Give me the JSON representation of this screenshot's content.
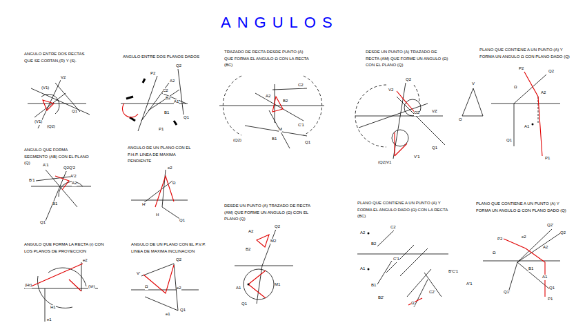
{
  "diagram": {
    "title": "ANGULOS",
    "labels": [
      "ANGULO ENTRE DOS RECTAS QUE SE CORTAN,(R) Y (S).",
      "ANGULO ENTRE DOS PLANOS DADOS",
      "TRAZADO DE RECTA DESDE PUNTO (A) QUE FORMA EL ANGULO Ω CON LA RECTA (BC)",
      "DESDE UN PUNTO (A) TRAZADO DE RECTA (AM) QUE FORME UN ANGULO (Ω) CON EL PLANO (Q)",
      "PLANO QUE CONTIENE A UN PUNTO (A) Y FORMA UN ANGULO Ω CON PLANO DADO (Q)",
      "ANGULO QUE FORMA SEGMENTO (AB) CON EL PLANO (Q)",
      "ANGULO DE UN PLANO CON EL P.H.P. LINEA DE MAXIMA PENDIENTE",
      "DESDE UN PUNTO (A) TRAZADO DE RECTA (AM) QUE FORME UN ANGULO (Ω) CON EL PLANO (Q)",
      "PLANO QUE CONTIENE A UN PUNTO (A) Y FORMA EL ANGULO DADO (Ω) CON LA RECTA (BC)",
      "PLANO QUE CONTIENE A UN PUNTO (A) Y FORMA UN ANGULO Ω CON PLANO DADO (Q)",
      "ANGULO QUE FORMA LA RECTA (r) CON LOS PLANOS DE PROYECCION",
      "ANGULO DE UN PLANO CON EL P.V.P. LINEA DE MAXIMA INCLINACION",
      "V2",
      "(V1)",
      "Q1",
      "(V1)",
      "(Q2)",
      "P2",
      "Q2",
      "A2",
      "C2",
      "B2",
      "A1",
      "Q1",
      "P1",
      "B1",
      "C2",
      "B2",
      "A2",
      "C'1",
      "M",
      "B1",
      "Q1",
      "(Q2)",
      "Q2",
      "V2",
      "O2",
      "VZ",
      "Q1",
      "V",
      "O",
      "V1",
      "V'1",
      "(Q2)",
      "P2",
      "Q2",
      "Ω",
      "A2",
      "A1",
      "Q1",
      "P1",
      "A'1",
      "Q2Q'2",
      "B'1",
      "A'2",
      "A2",
      "B1",
      "Q1",
      "e2",
      "H'",
      "H",
      "Q1",
      "Ω",
      "A2",
      "Q2",
      "M2",
      "B2",
      "A1",
      "M1",
      "Q1",
      "A2",
      "C2",
      "B2",
      "A1",
      "C'1",
      "B1",
      "B2'",
      "Ω",
      "C2'",
      "B'C'1",
      "A'1",
      "Q2'",
      "Q2",
      "P2",
      "e2",
      "A2",
      "Ω",
      "B1",
      "A1",
      "Q1",
      "Q1'",
      "P1",
      "(Hr)",
      "e2",
      "(Vr)",
      "e1",
      "H1",
      "V'",
      "Q2",
      "Ω",
      "e2",
      "e1",
      "Q1"
    ]
  }
}
